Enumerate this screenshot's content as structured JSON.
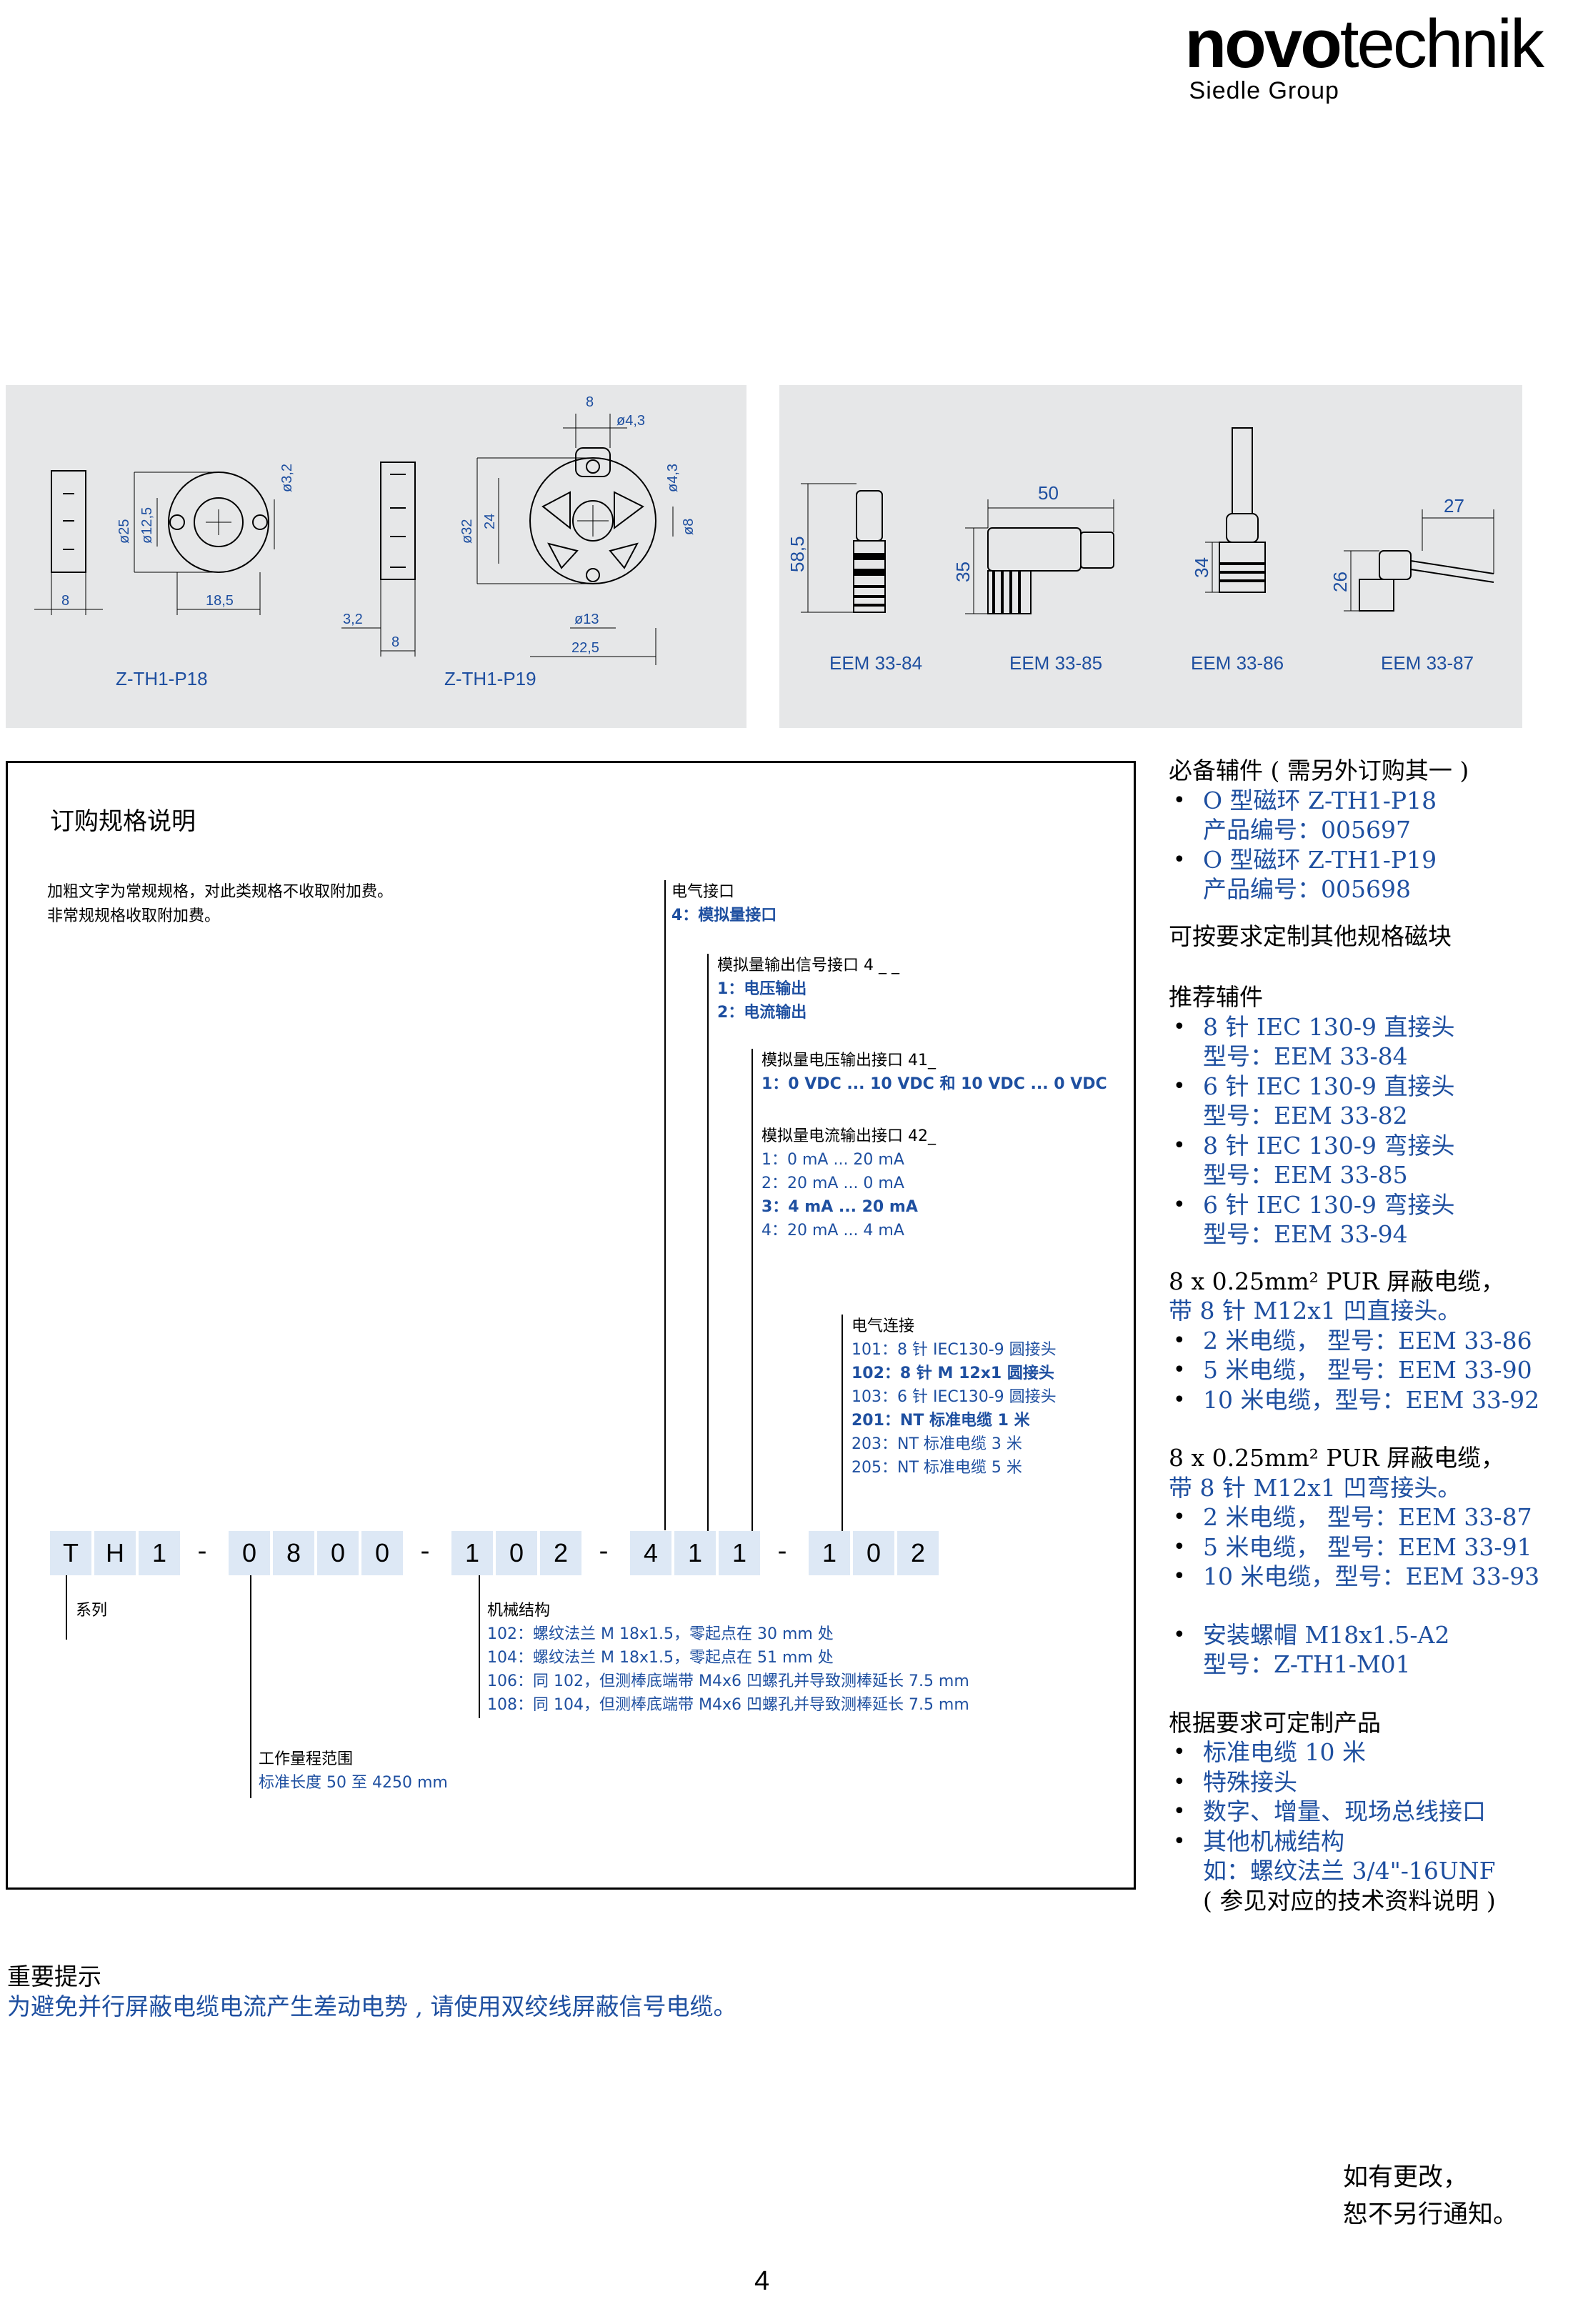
{
  "logo": {
    "brand_bold": "novo",
    "brand_light": "technik",
    "group": "Siedle Group"
  },
  "drawing_left": {
    "dims": [
      "8",
      "ø4,3",
      "ø3,2",
      "ø4,3",
      "ø25",
      "ø12,5",
      "ø32",
      "24",
      "ø8",
      "8",
      "18,5",
      "3,2",
      "8",
      "ø13",
      "22,5"
    ],
    "captions": [
      "Z-TH1-P18",
      "Z-TH1-P19"
    ]
  },
  "drawing_right": {
    "dims": [
      "50",
      "27",
      "58,5",
      "35",
      "34",
      "26"
    ],
    "captions": [
      "EEM 33-84",
      "EEM 33-85",
      "EEM 33-86",
      "EEM 33-87"
    ]
  },
  "order": {
    "title": "订购规格说明",
    "note1": "加粗文字为常规规格，对此类规格不收取附加费。",
    "note2": "非常规规格收取附加费。",
    "elec_interface": {
      "h": "电气接口",
      "items": [
        "4：模拟量接口"
      ]
    },
    "analog_out": {
      "h": "模拟量输出信号接口 4 _ _",
      "items": [
        "1：电压输出",
        "2：电流输出"
      ]
    },
    "voltage_out": {
      "h": "模拟量电压输出接口 41_",
      "items": [
        "1：0 VDC ... 10 VDC 和 10 VDC ... 0 VDC"
      ]
    },
    "current_out": {
      "h": "模拟量电流输出接口 42_",
      "items": [
        "1：0 mA ... 20 mA",
        "2：20 mA ... 0 mA",
        "3：4 mA ... 20 mA",
        "4：20 mA ... 4 mA"
      ]
    },
    "connection": {
      "h": "电气连接",
      "items": [
        "101：8 针 IEC130-9 圆接头",
        "102：8 针 M 12x1 圆接头",
        "103：6 针 IEC130-9 圆接头",
        "201：NT 标准电缆 1 米",
        "203：NT 标准电缆 3 米",
        "205：NT 标准电缆 5 米"
      ]
    },
    "code": [
      "T",
      "H",
      "1",
      "-",
      "0",
      "8",
      "0",
      "0",
      "-",
      "1",
      "0",
      "2",
      "-",
      "4",
      "1",
      "1",
      "-",
      "1",
      "0",
      "2"
    ],
    "series": "系列",
    "mech": {
      "h": "机械结构",
      "items": [
        "102：螺纹法兰 M 18x1.5，零起点在 30 mm 处",
        "104：螺纹法兰 M 18x1.5，零起点在 51 mm 处",
        "106：同 102，但测棒底端带 M4x6 凹螺孔并导致测棒延长 7.5 mm",
        "108：同 104，但测棒底端带 M4x6 凹螺孔并导致测棒延长 7.5 mm"
      ]
    },
    "range": {
      "h": "工作量程范围",
      "items": [
        "标准长度 50 至 4250 mm"
      ]
    }
  },
  "right": {
    "required_h": "必备辅件 ( 需另外订购其一 )",
    "required": [
      {
        "l1": "O 型磁环 Z-TH1-P18",
        "l2": "产品编号：005697"
      },
      {
        "l1": "O 型磁环 Z-TH1-P19",
        "l2": "产品编号：005698"
      }
    ],
    "custom_magnet": "可按要求定制其他规格磁块",
    "recommended_h": "推荐辅件",
    "recommended": [
      {
        "l1": "8 针 IEC 130-9 直接头",
        "l2": "型号：EEM 33-84"
      },
      {
        "l1": "6 针 IEC 130-9 直接头",
        "l2": "型号：EEM 33-82"
      },
      {
        "l1": "8 针 IEC 130-9 弯接头",
        "l2": "型号：EEM 33-85"
      },
      {
        "l1": "6 针 IEC 130-9 弯接头",
        "l2": "型号：EEM 33-94"
      }
    ],
    "cable1_h1": "8 x 0.25mm² PUR 屏蔽电缆，",
    "cable1_h2": "带 8 针 M12x1 凹直接头。",
    "cable1": [
      "2 米电缆，  型号：EEM 33-86",
      "5 米电缆，  型号：EEM 33-90",
      "10 米电缆，型号：EEM 33-92"
    ],
    "cable2_h1": "8 x 0.25mm² PUR 屏蔽电缆，",
    "cable2_h2": "带 8 针 M12x1 凹弯接头。",
    "cable2": [
      "2 米电缆，  型号：EEM 33-87",
      "5 米电缆，  型号：EEM 33-91",
      "10 米电缆，型号：EEM 33-93"
    ],
    "nut": {
      "l1": "安装螺帽 M18x1.5-A2",
      "l2": "型号：Z-TH1-M01"
    },
    "custom_h": "根据要求可定制产品",
    "custom": [
      "标准电缆 10 米",
      "特殊接头",
      "数字、增量、现场总线接口",
      "其他机械结构"
    ],
    "custom_l5": "如：螺纹法兰 3/4\"-16UNF",
    "custom_l6": "( 参见对应的技术资料说明 )"
  },
  "important": {
    "h": "重要提示",
    "t": "为避免并行屏蔽电缆电流产生差动电势 , 请使用双绞线屏蔽信号电缆。"
  },
  "footer": {
    "l1": "如有更改，",
    "l2": "恕不另行通知。"
  },
  "page_number": "4"
}
